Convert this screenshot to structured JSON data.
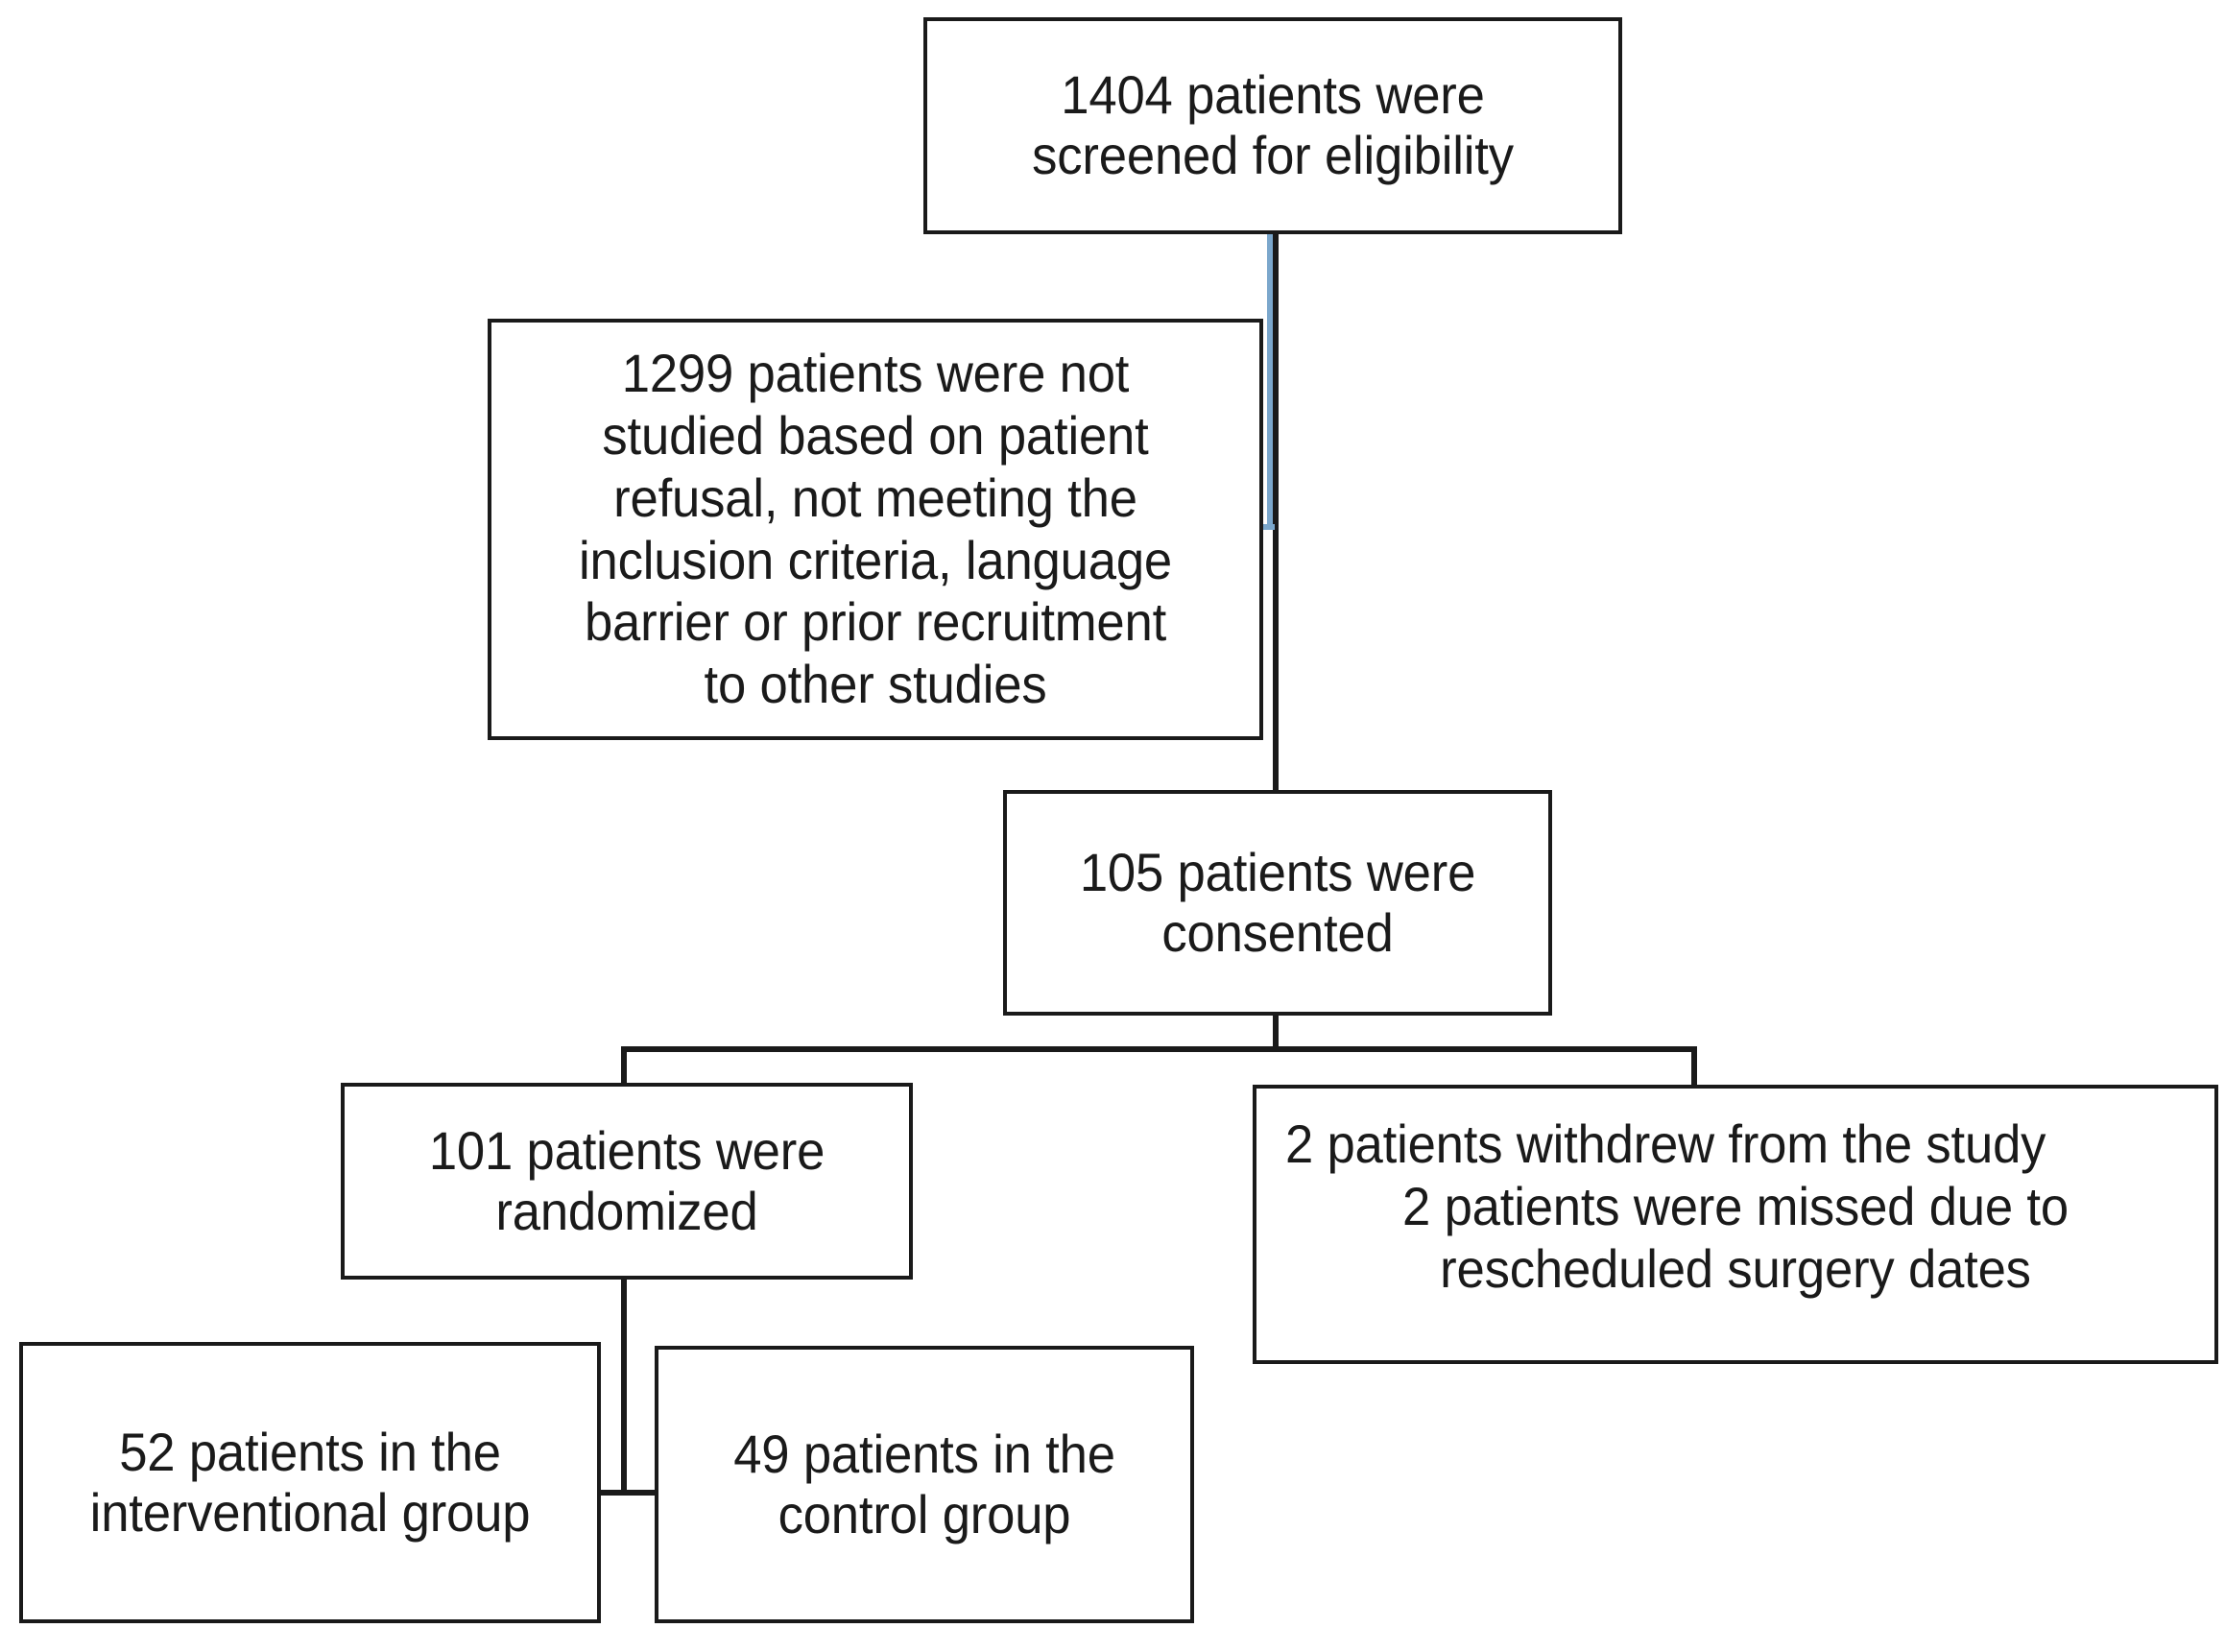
{
  "diagram": {
    "type": "consort-flow-diagram",
    "title": "Patient screening, consent and randomization flow",
    "colors": {
      "box_border": "#1a1a1a",
      "box_fill": "#ffffff",
      "connector": "#1a1a1a",
      "connector_tint": "#7ba7cc",
      "text": "#1a1a1a"
    },
    "nodes": {
      "screened": {
        "id": "screened",
        "label": "1404 patients were\nscreened for eligibility",
        "count": 1404
      },
      "not_studied": {
        "id": "not-studied",
        "label": "1299 patients were not\nstudied based on patient\nrefusal, not meeting the\ninclusion criteria, language\nbarrier or prior recruitment\nto other studies",
        "count": 1299
      },
      "consented": {
        "id": "consented",
        "label": "105 patients were\nconsented",
        "count": 105
      },
      "randomized": {
        "id": "randomized",
        "label": "101 patients were\nrandomized",
        "count": 101
      },
      "withdrew": {
        "id": "withdrew",
        "line_1": "2 patients withdrew from the study",
        "line_2": "2 patients were missed due to\nrescheduled surgery dates",
        "withdrew_count": 2,
        "missed_count": 2
      },
      "interventional": {
        "id": "interventional-group",
        "label": "52 patients in the\ninterventional  group",
        "count": 52
      },
      "control": {
        "id": "control-group",
        "label": "49 patients in the\ncontrol group",
        "count": 49
      }
    }
  }
}
